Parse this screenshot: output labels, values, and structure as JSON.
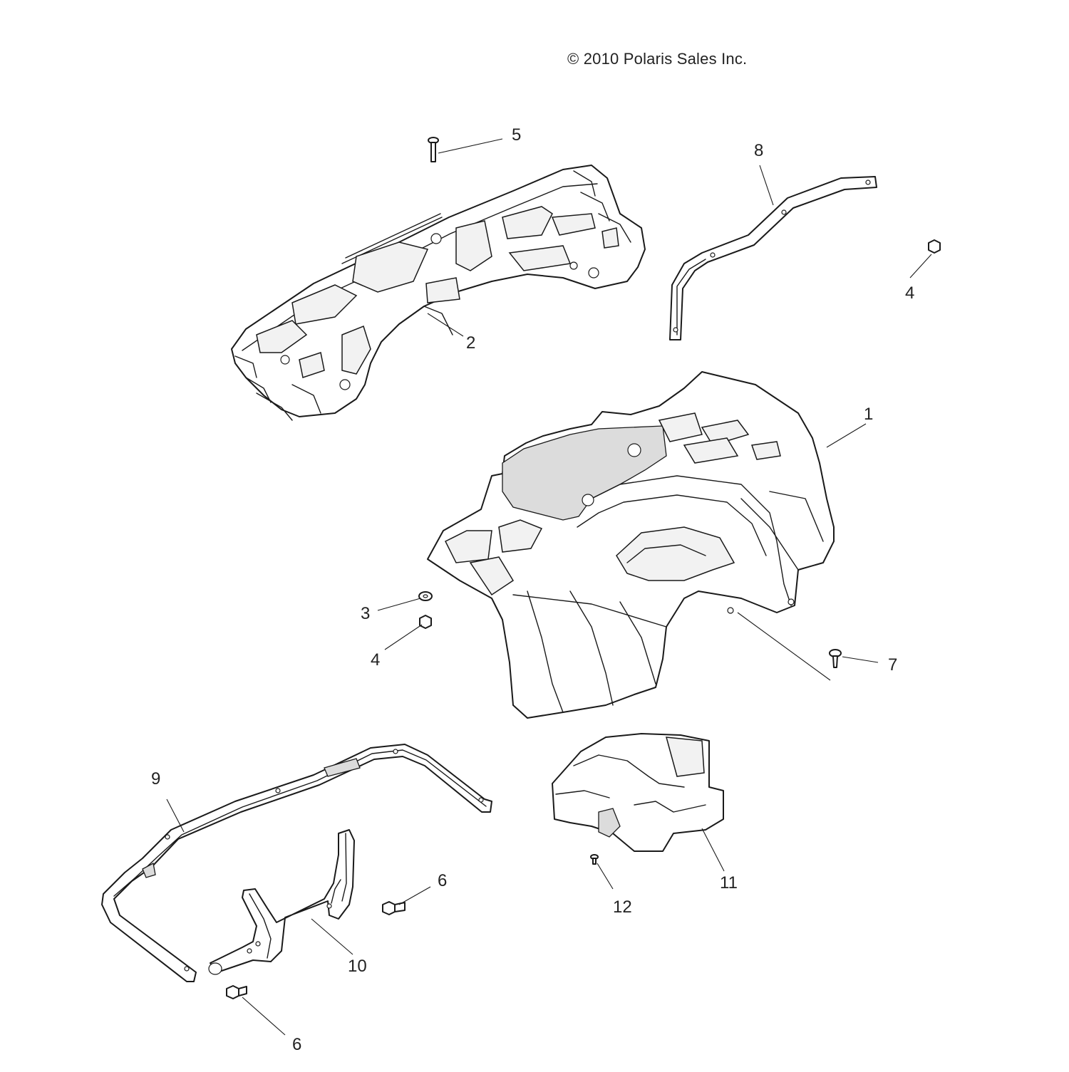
{
  "copyright": "© 2010 Polaris Sales Inc.",
  "callouts": [
    {
      "id": "c1",
      "label": "1"
    },
    {
      "id": "c2",
      "label": "2"
    },
    {
      "id": "c3",
      "label": "3"
    },
    {
      "id": "c4a",
      "label": "4"
    },
    {
      "id": "c4b",
      "label": "4"
    },
    {
      "id": "c5",
      "label": "5"
    },
    {
      "id": "c6a",
      "label": "6"
    },
    {
      "id": "c6b",
      "label": "6"
    },
    {
      "id": "c7",
      "label": "7"
    },
    {
      "id": "c8",
      "label": "8"
    },
    {
      "id": "c9",
      "label": "9"
    },
    {
      "id": "c10",
      "label": "10"
    },
    {
      "id": "c11",
      "label": "11"
    },
    {
      "id": "c12",
      "label": "12"
    }
  ]
}
